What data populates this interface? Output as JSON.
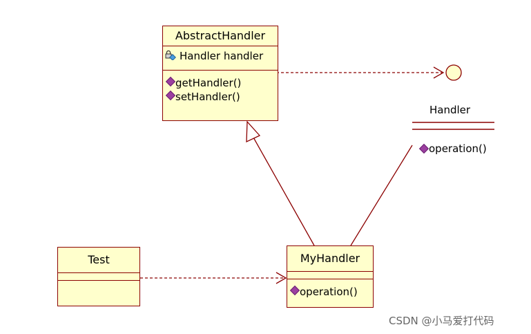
{
  "classes": {
    "abstract_handler": {
      "name": "AbstractHandler",
      "field": "Handler handler",
      "methods": [
        "getHandler()",
        "setHandler()"
      ]
    },
    "my_handler": {
      "name": "MyHandler",
      "methods": [
        "operation()"
      ]
    },
    "test": {
      "name": "Test"
    }
  },
  "interface": {
    "name": "Handler",
    "methods": [
      "operation()"
    ]
  },
  "watermark": "CSDN @小马爱打代码",
  "colors": {
    "class_fill": "#ffffcc",
    "class_border": "#8b0000",
    "method_icon": "#9b3fa0",
    "line": "#8b0000"
  }
}
